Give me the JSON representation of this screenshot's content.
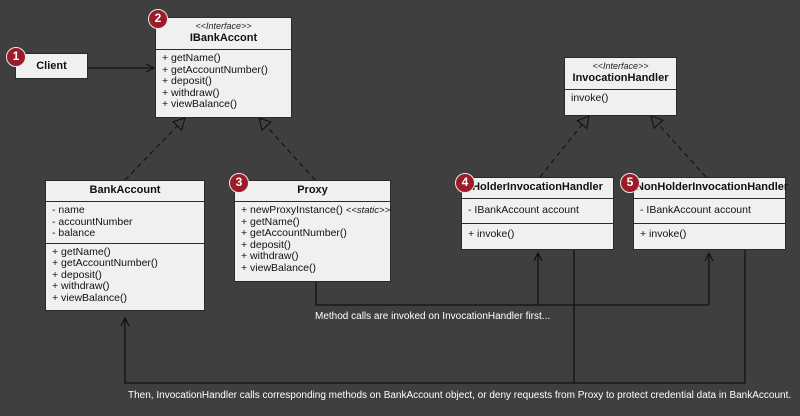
{
  "client": {
    "name": "Client",
    "badge": "1"
  },
  "ibank": {
    "badge": "2",
    "stereotype": "<<Interface>>",
    "name": "IBankAccont",
    "methods": [
      "+ getName()",
      "+ getAccountNumber()",
      "+ deposit()",
      "+ withdraw()",
      "+ viewBalance()"
    ]
  },
  "bank": {
    "name": "BankAccount",
    "fields": [
      "- name",
      "- accountNumber",
      "- balance"
    ],
    "methods": [
      "+ getName()",
      "+ getAccountNumber()",
      "+ deposit()",
      "+ withdraw()",
      "+ viewBalance()"
    ]
  },
  "proxy": {
    "badge": "3",
    "name": "Proxy",
    "first_method": "+ newProxyInstance()",
    "first_method_stereotype": "<<static>>",
    "methods": [
      "+ getName()",
      "+ getAccountNumber()",
      "+ deposit()",
      "+ withdraw()",
      "+ viewBalance()"
    ]
  },
  "invocation": {
    "stereotype": "<<Interface>>",
    "name": "InvocationHandler",
    "methods": [
      "invoke()"
    ]
  },
  "holder": {
    "badge": "4",
    "name": "HolderInvocationHandler",
    "fields": [
      "- IBankAccount account"
    ],
    "methods": [
      "+ invoke()"
    ]
  },
  "nonholder": {
    "badge": "5",
    "name": "NonHolderInvocationHandler",
    "fields": [
      "- IBankAccount account"
    ],
    "methods": [
      "+ invoke()"
    ]
  },
  "notes": {
    "first": "Method calls are invoked on InvocationHandler first...",
    "second": "Then, InvocationHandler calls corresponding methods on BankAccount object, or deny requests from Proxy to protect credential data in BankAccount."
  },
  "colors": {
    "background": "#3f3f3f",
    "box": "#f0f0f0",
    "badge": "#9b1c28",
    "line": "#111111"
  }
}
